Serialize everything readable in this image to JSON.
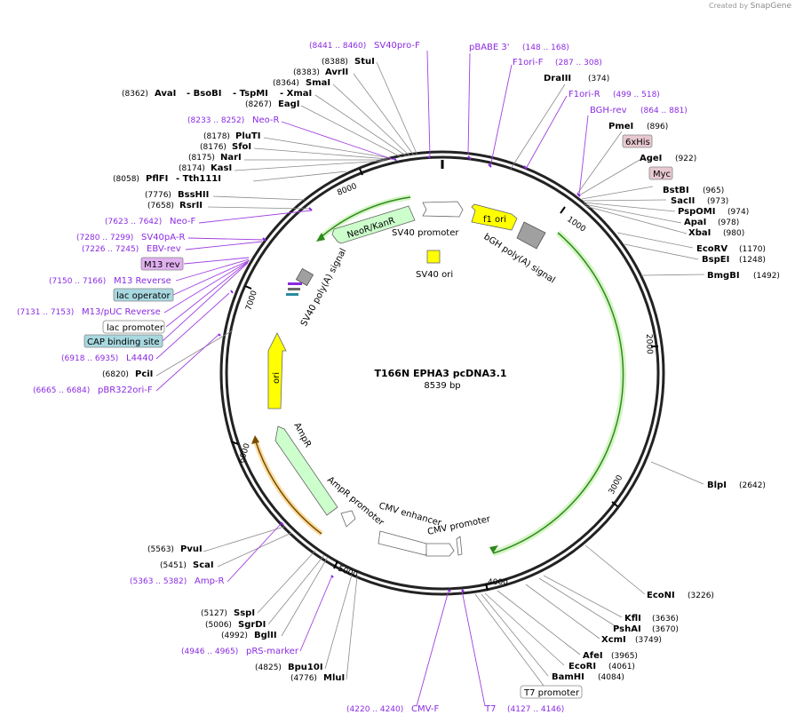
{
  "credit": {
    "prefix": "Created by",
    "brand": "SnapGene"
  },
  "plasmid": {
    "name": "T166N EPHA3 pcDNA3.1",
    "length": 8539,
    "length_label": "8539 bp"
  },
  "ticks": [
    "1000",
    "2000",
    "3000",
    "4000",
    "5000",
    "6000",
    "7000",
    "8000"
  ],
  "features": [
    {
      "id": "f1-ori",
      "name": "f1 ori",
      "start": 500,
      "end": 900,
      "color": "#ffff00",
      "label": "f1 ori"
    },
    {
      "id": "bgh-polya",
      "name": "bGH poly(A) signal",
      "start": 880,
      "end": 1000,
      "color": "#a0a0a0",
      "label": "bGH poly(A) signal"
    },
    {
      "id": "sv40-promoter",
      "name": "SV40 promoter",
      "start": 8100,
      "end": 8430,
      "color": "#ffffff",
      "label": "SV40 promoter"
    },
    {
      "id": "neo-kan",
      "name": "NeoR/KanR",
      "start": 7650,
      "end": 8050,
      "color": "#ccffcc",
      "label": "NeoR/KanR"
    },
    {
      "id": "sv40-polya",
      "name": "SV40 poly(A) signal",
      "start": 7300,
      "end": 7420,
      "color": "#a0a0a0",
      "label": "SV40 poly(A) signal"
    },
    {
      "id": "ori",
      "name": "ori",
      "start": 6770,
      "end": 6600,
      "color": "#ffff00",
      "label": "ori"
    },
    {
      "id": "ampr",
      "name": "AmpR",
      "start": 5800,
      "end": 5100,
      "color": "#ccffcc",
      "label": "AmpR"
    },
    {
      "id": "ampr-promoter",
      "name": "AmpR promoter",
      "start": 5200,
      "end": 5000,
      "color": "#ffffff",
      "label": "AmpR promoter"
    },
    {
      "id": "cmv-enhancer",
      "name": "CMV enhancer",
      "start": 4700,
      "end": 4450,
      "color": "#ffffff",
      "label": "CMV enhancer"
    },
    {
      "id": "cmv-promoter",
      "name": "CMV promoter",
      "start": 4450,
      "end": 4250,
      "color": "#ffffff",
      "label": "CMV promoter"
    },
    {
      "id": "sv40-ori",
      "name": "SV40 ori",
      "color": "#ffff00",
      "label": "SV40 ori"
    }
  ],
  "cuts_right": [
    {
      "name": "DraIII",
      "pos": "(374)"
    },
    {
      "name": "PmeI",
      "pos": "(896)"
    },
    {
      "name": "AgeI",
      "pos": "(922)"
    },
    {
      "name": "BstBI",
      "pos": "(965)"
    },
    {
      "name": "SacII",
      "pos": "(973)"
    },
    {
      "name": "PspOMI",
      "pos": "(974)"
    },
    {
      "name": "ApaI",
      "pos": "(978)"
    },
    {
      "name": "XbaI",
      "pos": "(980)"
    },
    {
      "name": "EcoRV",
      "pos": "(1170)"
    },
    {
      "name": "BspEI",
      "pos": "(1248)"
    },
    {
      "name": "BmgBI",
      "pos": "(1492)"
    },
    {
      "name": "BlpI",
      "pos": "(2642)"
    },
    {
      "name": "EcoNI",
      "pos": "(3226)"
    },
    {
      "name": "KflI",
      "pos": "(3636)"
    },
    {
      "name": "PshAI",
      "pos": "(3670)"
    },
    {
      "name": "XcmI",
      "pos": "(3749)"
    },
    {
      "name": "AfeI",
      "pos": "(3965)"
    },
    {
      "name": "EcoRI",
      "pos": "(4061)"
    },
    {
      "name": "BamHI",
      "pos": "(4084)"
    }
  ],
  "cuts_left": [
    {
      "name": "StuI",
      "pos": "(8388)"
    },
    {
      "name": "AvrII",
      "pos": "(8383)"
    },
    {
      "name": "SmaI",
      "pos": "(8364)"
    },
    {
      "name": "EagI",
      "pos": "(8267)"
    },
    {
      "name": "PluTI",
      "pos": "(8178)"
    },
    {
      "name": "SfoI",
      "pos": "(8176)"
    },
    {
      "name": "NarI",
      "pos": "(8175)"
    },
    {
      "name": "KasI",
      "pos": "(8174)"
    },
    {
      "name": "BssHII",
      "pos": "(7776)"
    },
    {
      "name": "RsrII",
      "pos": "(7658)"
    },
    {
      "name": "PciI",
      "pos": "(6820)"
    },
    {
      "name": "PvuI",
      "pos": "(5563)"
    },
    {
      "name": "ScaI",
      "pos": "(5451)"
    },
    {
      "name": "SspI",
      "pos": "(5127)"
    },
    {
      "name": "SgrDI",
      "pos": "(5006)"
    },
    {
      "name": "BglII",
      "pos": "(4992)"
    },
    {
      "name": "Bpu10I",
      "pos": "(4825)"
    },
    {
      "name": "MluI",
      "pos": "(4776)"
    }
  ],
  "multi_cut": {
    "pos": "(8362)",
    "names": [
      "AvaI",
      "- BsoBI",
      "- TspMI",
      "- XmaI"
    ]
  },
  "pfl_cut": {
    "pos": "(8058)",
    "names": [
      "PflFI",
      "- Tth111I"
    ]
  },
  "primers": [
    {
      "name": "SV40pro-F",
      "range": "(8441 .. 8460)"
    },
    {
      "name": "pBABE 3'",
      "range": "(148 .. 168)"
    },
    {
      "name": "F1ori-F",
      "range": "(287 .. 308)"
    },
    {
      "name": "F1ori-R",
      "range": "(499 .. 518)"
    },
    {
      "name": "BGH-rev",
      "range": "(864 .. 881)"
    },
    {
      "name": "Neo-R",
      "range": "(8233 .. 8252)"
    },
    {
      "name": "Neo-F",
      "range": "(7623 .. 7642)"
    },
    {
      "name": "SV40pA-R",
      "range": "(7280 .. 7299)"
    },
    {
      "name": "EBV-rev",
      "range": "(7226 .. 7245)"
    },
    {
      "name": "M13 Reverse",
      "range": "(7150 .. 7166)"
    },
    {
      "name": "M13/pUC Reverse",
      "range": "(7131 .. 7153)"
    },
    {
      "name": "L4440",
      "range": "(6918 .. 6935)"
    },
    {
      "name": "pBR322ori-F",
      "range": "(6665 .. 6684)"
    },
    {
      "name": "Amp-R",
      "range": "(5363 .. 5382)"
    },
    {
      "name": "pRS-marker",
      "range": "(4946 .. 4965)"
    },
    {
      "name": "CMV-F",
      "range": "(4220 .. 4240)"
    },
    {
      "name": "T7",
      "range": "(4127 .. 4146)"
    }
  ],
  "boxed": [
    {
      "name": "6xHis",
      "fill": "#e8c8d0"
    },
    {
      "name": "Myc",
      "fill": "#e8c8d0"
    },
    {
      "name": "M13 rev",
      "fill": "#e0b0f0"
    },
    {
      "name": "lac operator",
      "fill": "#a8d8e0"
    },
    {
      "name": "lac promoter",
      "fill": "#ffffff"
    },
    {
      "name": "CAP binding site",
      "fill": "#a8d8e0"
    },
    {
      "name": "T7 promoter",
      "fill": "#ffffff"
    }
  ]
}
